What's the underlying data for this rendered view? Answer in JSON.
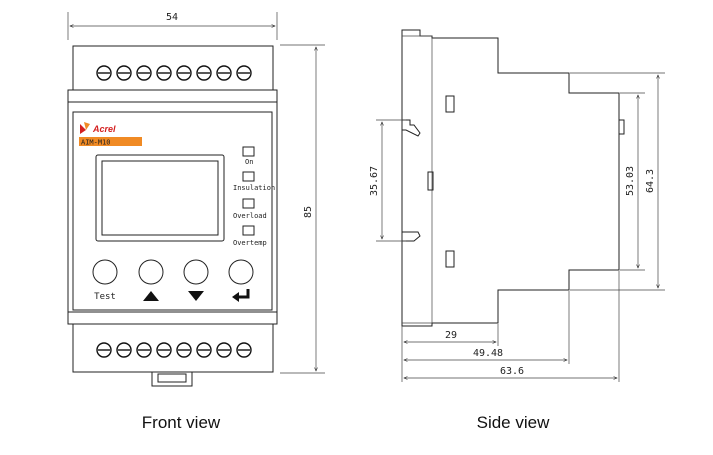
{
  "front_view": {
    "caption": "Front view",
    "width_dim": "54",
    "height_dim": "85",
    "brand": "Acrel",
    "model": "AIM-M10",
    "model_bar_color": "#f08a24",
    "brand_color": "#d42020",
    "indicators": [
      "On",
      "Insulation",
      "Overload",
      "Overtemp"
    ],
    "buttons": [
      {
        "label": "Test",
        "icon": "none"
      },
      {
        "label": "",
        "icon": "up-triangle-icon"
      },
      {
        "label": "",
        "icon": "down-triangle-icon"
      },
      {
        "label": "",
        "icon": "enter-return-icon"
      }
    ],
    "top_terminals": 8,
    "bottom_terminals": 8
  },
  "side_view": {
    "caption": "Side view",
    "dims": {
      "rail_height": "35.67",
      "front_height": "53.03",
      "total_height": "64.3",
      "depth_1": "29",
      "depth_2": "49.48",
      "depth_3": "63.6"
    }
  }
}
